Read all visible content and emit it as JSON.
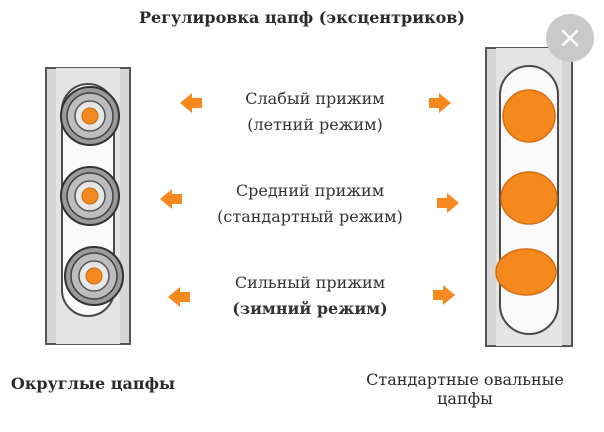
{
  "title": "Регулировка цапф (эксцентриков)",
  "rows": [
    {
      "line1": "Слабый прижим",
      "line2": "(летний режим)",
      "bold2": false
    },
    {
      "line1": "Средний прижим",
      "line2": "(стандартный режим)",
      "bold2": false
    },
    {
      "line1": "Сильный прижим",
      "line2": "(зимний режим)",
      "bold2": true
    }
  ],
  "left_caption": "Округлые цапфы",
  "right_caption_line1": "Стандартные овальные",
  "right_caption_line2": "цапфы",
  "colors": {
    "accent": "#f5891e",
    "metal": "#d6d6d6",
    "outline": "#4a4a4a",
    "close_bg": "#c9c9c9"
  },
  "icons": {
    "close": "close-icon",
    "arrow_left": "arrow-left-icon",
    "arrow_right": "arrow-right-icon"
  }
}
